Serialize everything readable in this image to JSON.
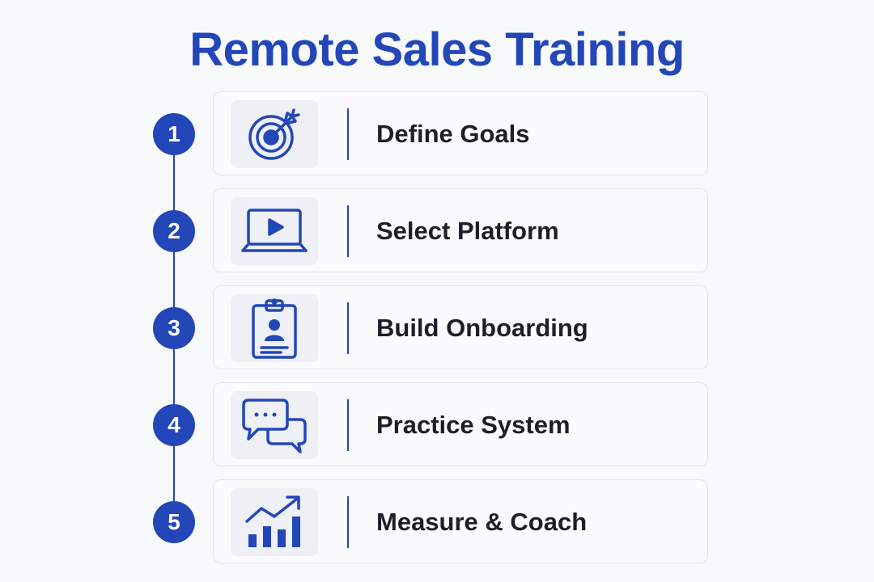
{
  "title": "Remote Sales Training",
  "accent_color": "#2346b8",
  "steps": [
    {
      "number": "1",
      "label": "Define Goals",
      "icon": "target-icon"
    },
    {
      "number": "2",
      "label": "Select Platform",
      "icon": "laptop-video-icon"
    },
    {
      "number": "3",
      "label": "Build Onboarding",
      "icon": "clipboard-profile-icon"
    },
    {
      "number": "4",
      "label": "Practice System",
      "icon": "chat-bubbles-icon"
    },
    {
      "number": "5",
      "label": "Measure & Coach",
      "icon": "growth-chart-icon"
    }
  ]
}
